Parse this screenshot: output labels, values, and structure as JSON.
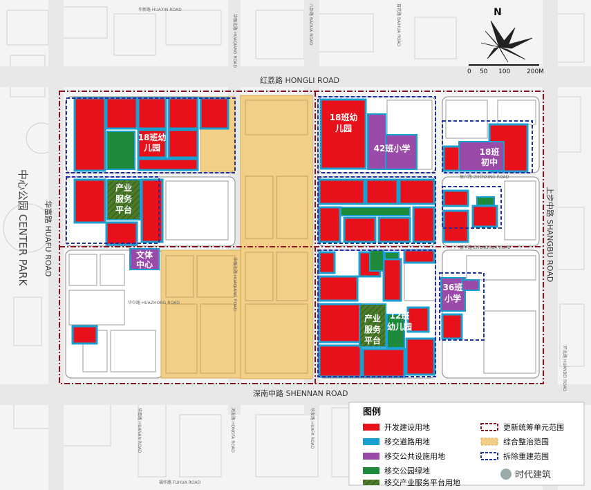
{
  "roads": {
    "top": "华新路 HUAXIN ROAD",
    "hongli": "红荔路 HONGLI ROAD",
    "shennan": "深南中路 SHENNAN ROAD",
    "huafu": "华富路 HUAFU ROAD",
    "shangbu": "上步中路 SHANGBU ROAD",
    "huaqiang": "华强北路 HUAQIANG ROAD",
    "zhenxing": "振兴路 ZHENXING ROAD",
    "zhenghua": "振华路 ZHENGHUA ROAD",
    "huazhong": "华中路 HUAZHONG ROAD",
    "fuhua": "福华路 FUHUA ROAD",
    "huafa": "华发路 HUAFA ROAD",
    "hongfa": "鸿发路 HONGFA ROAD",
    "huanan": "华南路 HUANAN ROAD",
    "bagua": "八卦路 BAGUA ROAD",
    "baihua": "百花路 BAIHUA ROAD",
    "huanbei": "环北路 HUANBEI ROAD"
  },
  "park_label": "中心公园 CENTER PARK",
  "compass": {
    "north": "N",
    "scale": [
      "0",
      "50",
      "100",
      "200M"
    ]
  },
  "labels": {
    "kindergarten18_a": [
      "18班幼",
      "儿园"
    ],
    "kindergarten18_b": [
      "18班幼",
      "儿园"
    ],
    "primary42": "42班小学",
    "middle18": [
      "18班",
      "初中"
    ],
    "platform_a": [
      "产业",
      "服务",
      "平台"
    ],
    "platform_b": [
      "产业",
      "服务",
      "平台"
    ],
    "culture": [
      "文体",
      "中心"
    ],
    "primary36": [
      "36班",
      "小学"
    ],
    "kindergarten12": [
      "12班",
      "幼儿园"
    ]
  },
  "legend": {
    "title": "图例",
    "items": [
      {
        "label": "开发建设用地",
        "color": "#e8101a"
      },
      {
        "label": "移交道路用地",
        "color": "#1aa0d0"
      },
      {
        "label": "移交公共设施用地",
        "color": "#9a4aa8"
      },
      {
        "label": "移交公园绿地",
        "color": "#1f8a3c"
      },
      {
        "label": "移交产业服务平台用地",
        "color": "#4a7a2a"
      },
      {
        "label": "更新统筹单元范围",
        "color": "#8a1020"
      },
      {
        "label": "综合整治范围",
        "color": "#f1cf87"
      },
      {
        "label": "拆除重建范围",
        "color": "#2030a0"
      }
    ]
  },
  "watermark": "时代建筑",
  "colors": {
    "dev": "#e8101a",
    "road": "#1aa0d0",
    "public": "#9a4aa8",
    "green": "#1f8a3c",
    "industry": "#4a7a2a",
    "renov": "#f1cf87"
  }
}
